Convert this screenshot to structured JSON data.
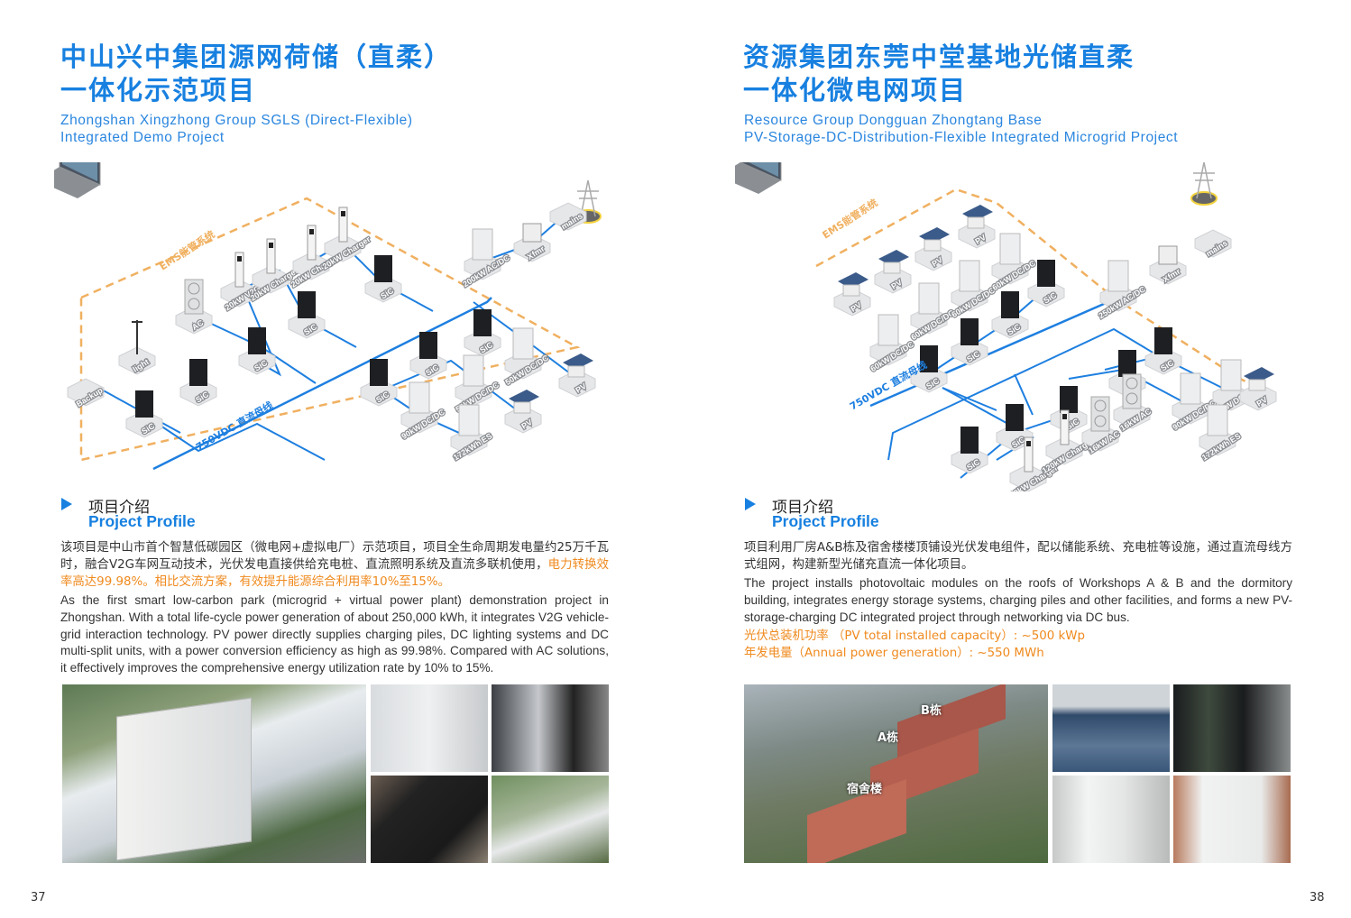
{
  "colors": {
    "brand_blue": "#1780e0",
    "accent_orange": "#ef8a1e",
    "bus_blue": "#1e7fe0",
    "ems_orange": "#f0b060"
  },
  "left": {
    "title_cn_line1": "中山兴中集团源网荷储（直柔）",
    "title_cn_line2": "一体化示范项目",
    "title_en_line1": "Zhongshan Xingzhong Group SGLS (Direct-Flexible)",
    "title_en_line2": "Integrated Demo Project",
    "diagram": {
      "ems_label": "EMS能管系统",
      "bus_label": "750VDC 直流母线",
      "nodes": [
        "Backup",
        "light",
        "SiC",
        "SiC",
        "AC",
        "SiC",
        "20kW V2G",
        "20kW Charger",
        "SiC",
        "20kW Charger",
        "20kW Charger",
        "SiC",
        "200kW AC/DC",
        "Xfmr",
        "mains",
        "SiC",
        "50kW DC/DC",
        "PV",
        "SiC",
        "50kW DC/DC",
        "PV",
        "SiC",
        "90kW DC/DC",
        "172kWh ES"
      ]
    },
    "section_cn": "项目介绍",
    "section_en": "Project Profile",
    "body_cn_plain": "该项目是中山市首个智慧低碳园区（微电网+虚拟电厂）示范项目，项目全生命周期发电量约25万千瓦时，融合V2G车网互动技术，光伏发电直接供给充电桩、直流照明系统及直流多联机使用，",
    "body_cn_highlight": "电力转换效率高达99.98%。相比交流方案，有效提升能源综合利用率10%至15%。",
    "body_en": "As the first smart low-carbon park (microgrid + virtual power plant) demonstration project in Zhongshan. With a total life-cycle power generation of about 250,000 kWh, it integrates V2G vehicle-grid interaction technology. PV power directly supplies charging piles, DC lighting systems and DC multi-split units, with a power conversion efficiency as high as 99.98%. Compared with AC solutions, it effectively improves the comprehensive energy utilization rate by 10% to 15%.",
    "page_number": "37"
  },
  "right": {
    "title_cn_line1": "资源集团东莞中堂基地光储直柔",
    "title_cn_line2": "一体化微电网项目",
    "title_en_line1": "Resource Group Dongguan Zhongtang Base",
    "title_en_line2": "PV-Storage-DC-Distribution-Flexible Integrated Microgrid Project",
    "diagram": {
      "ems_label": "EMS能管系统",
      "bus_label": "750VDC 直流母线",
      "nodes": [
        "PV",
        "PV",
        "PV",
        "PV",
        "60kW DC/DC",
        "60kW DC/DC",
        "60kW DC/DC",
        "60kW DC/DC",
        "SiC",
        "SiC",
        "SiC",
        "SiC",
        "250kW AC/DC",
        "Xfmr",
        "mains",
        "SiC",
        "SiC",
        "SiC",
        "SiC",
        "SiC",
        "120kW Charger",
        "120kW Charger",
        "16kW AC",
        "16kW AC",
        "90kW DC/DC",
        "60kW DC/DC",
        "172kWh ES",
        "PV"
      ]
    },
    "section_cn": "项目介绍",
    "section_en": "Project Profile",
    "body_cn": "项目利用厂房A&B栋及宿舍楼楼顶铺设光伏发电组件，配以储能系统、充电桩等设施，通过直流母线方式组网，构建新型光储充直流一体化项目。",
    "body_en": "The project installs photovoltaic modules on the roofs of Workshops A & B and the dormitory building, integrates energy storage systems, charging piles and other facilities, and forms a new PV-storage-charging DC integrated project through networking via DC bus.",
    "stat1": "光伏总装机功率 （PV total installed capacity）: ~500 kWp",
    "stat2": "年发电量（Annual power generation）: ~550 MWh",
    "photo_labels": {
      "b": "B栋",
      "a": "A栋",
      "dorm": "宿舍楼"
    },
    "page_number": "38"
  }
}
